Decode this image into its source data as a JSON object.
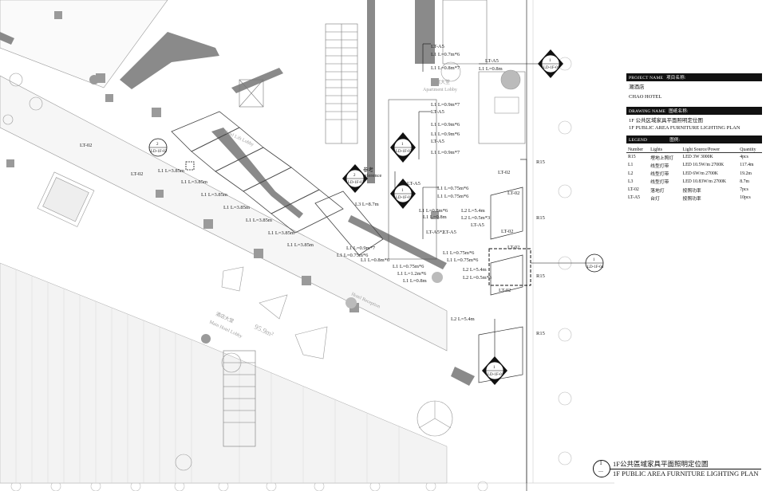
{
  "title_block": {
    "project_name_label": "PROJECT NAME",
    "project_name_label_cn": "项目名称:",
    "project_name_cn": "潮酒店",
    "project_name": "CHAO HOTEL",
    "drawing_name_label": "DRAWING NAME",
    "drawing_name_label_cn": "图纸名称:",
    "drawing_name_cn": "1F 公共区域家具平面照明定位图",
    "drawing_name": "1F PUBLIC AREA FURNITURE LIGHTING PLAN",
    "legend_label": "LEGEND",
    "legend_label_cn": "图例:"
  },
  "legend": {
    "headers": [
      "Number",
      "Lights",
      "Light Source/Power",
      "Quantity"
    ],
    "rows": [
      [
        "R15",
        "埋地上照灯",
        "LED 3W 3000K",
        "4pcs"
      ],
      [
        "L1",
        "线型灯带",
        "LED 10.5W/m 2700K",
        "117.4m"
      ],
      [
        "L2",
        "线型灯带",
        "LED 6W/m 2700K",
        "19.2m"
      ],
      [
        "L3",
        "线型灯带",
        "LED 10.83W/m 2700K",
        "8.7m"
      ],
      [
        "LT-02",
        "落地灯",
        "按照功率",
        "7pcs"
      ],
      [
        "LT-A5",
        "台灯",
        "按照功率",
        "10pcs"
      ]
    ]
  },
  "sheet_title": {
    "number": "1",
    "sub": "—",
    "cn": "1F公共區域家具平面照明定位圖",
    "en": "1F PUBLIC AREA FURNITURE LIGHTING PLAN"
  },
  "plan": {
    "room_labels": {
      "apartment_lobby_cn": "公寓大堂",
      "apartment_lobby": "Apartment Lobby",
      "hotel_lobby_cn": "酒店大堂",
      "hotel_lobby": "Hotel Lift Lobby",
      "hotel_reception": "Hotel Reception",
      "main_lobby_cn": "酒店大堂",
      "main_lobby": "Main Hotel Lobby",
      "main_area": "95.9m²",
      "refer_cn": "参考",
      "refer": "Reference"
    },
    "tags": [
      "LT-A5",
      "L1 L=0.7m*6",
      "L1 L=0.8m*7",
      "LT-A5",
      "L1 L=0.8m",
      "L1 L=0.9m*7",
      "LT-A5",
      "L1 L=0.9m*6",
      "L1 L=0.9m*6",
      "LT-A5",
      "L1 L=0.9m*7",
      "LT-A5",
      "L1 L=0.75m*6",
      "L1 L=0.75m*6",
      "L3 L=8.7m",
      "L1 L=0.8m*6",
      "L1 L=0.8m",
      "L2 L=5.4m",
      "L2 L=0.5m*3",
      "LT-A5",
      "LT-A5*2",
      "LT-A5",
      "L1 L=0.75m*6",
      "L1 L=0.75m*6",
      "L2 L=5.4m",
      "L2 L=0.5m*3",
      "LT-02",
      "L2 L=5.4m",
      "L1 L=3.85m",
      "L1 L=3.85m",
      "L1 L=3.85m",
      "L1 L=3.85m",
      "L1 L=3.85m",
      "L1 L=3.85m",
      "L1 L=3.85m",
      "L1 L=0.9m*7",
      "L1 L=0.75m*6",
      "L1 L=0.8m*6",
      "L1 L=0.75m*6",
      "L1 L=1.2m*6",
      "L1 L=0.8m",
      "LT-02",
      "LT-02",
      "LT-02",
      "LT-02",
      "LT-02",
      "LT-02",
      "R15",
      "R15",
      "R15",
      "R15"
    ],
    "markers": [
      {
        "num": "1",
        "ref": "LD-1F-01"
      },
      {
        "num": "2",
        "ref": "LD-1F-02"
      },
      {
        "num": "1",
        "ref": "LD-1F-02"
      },
      {
        "num": "2",
        "ref": "LD-1F-02"
      },
      {
        "num": "1",
        "ref": "LD-1F-01"
      },
      {
        "num": "1",
        "ref": "LD-1F-01"
      },
      {
        "num": "1",
        "ref": "LD-1F-04"
      }
    ]
  }
}
